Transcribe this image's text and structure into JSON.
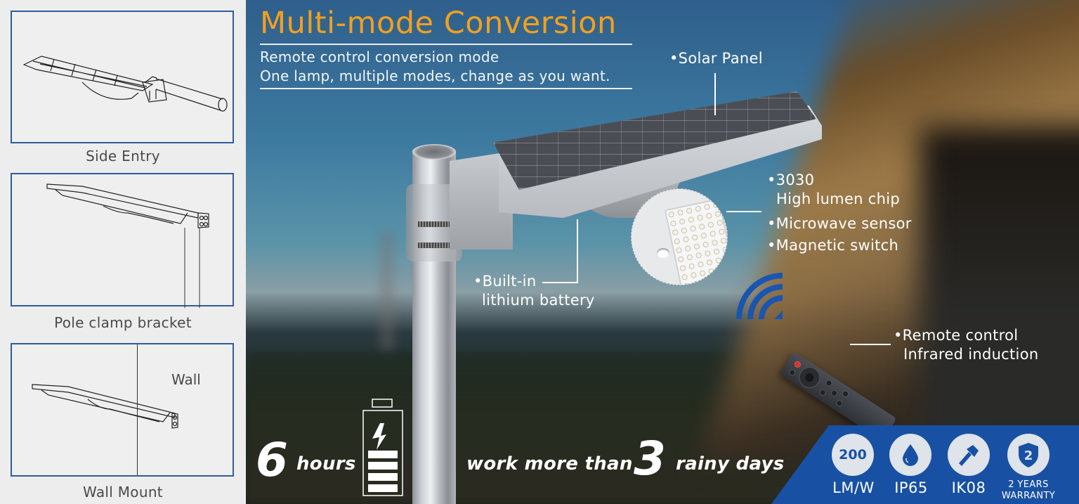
{
  "left_panel": {
    "mounts": [
      {
        "label": "Side Entry"
      },
      {
        "label": "Pole clamp bracket"
      },
      {
        "label": "Wall Mount",
        "wall_label": "Wall"
      }
    ],
    "border_color": "#2f5d9b"
  },
  "header": {
    "title": "Multi-mode Conversion",
    "title_color": "#f2a01e",
    "subtitle_lines": [
      "Remote control conversion mode",
      "One lamp, multiple modes, change as you want."
    ]
  },
  "callouts": {
    "solar_panel": "•Solar Panel",
    "battery_line1": "•Built-in",
    "battery_line2": "lithium battery",
    "chip_line1": "•3030",
    "chip_line2": "High lumen chip",
    "microwave": "•Microwave sensor",
    "magnetic": "•Magnetic switch",
    "remote_line1": "•Remote control",
    "remote_line2": "Infrared induction"
  },
  "stats": {
    "hours_number": "6",
    "hours_label": "hours",
    "rainy_prefix": "work more than",
    "rainy_number": "3",
    "rainy_suffix": "rainy days"
  },
  "badges": {
    "band_color": "#1851a3",
    "items": [
      {
        "icon": "efficacy-200-icon",
        "value": "200",
        "label": "LM/W"
      },
      {
        "icon": "water-drop-icon",
        "label": "IP65"
      },
      {
        "icon": "hammer-icon",
        "label": "IK08"
      },
      {
        "icon": "shield-2-icon",
        "value": "2",
        "label_line1": "2 YEARS",
        "label_line2": "WARRANTY"
      }
    ]
  }
}
